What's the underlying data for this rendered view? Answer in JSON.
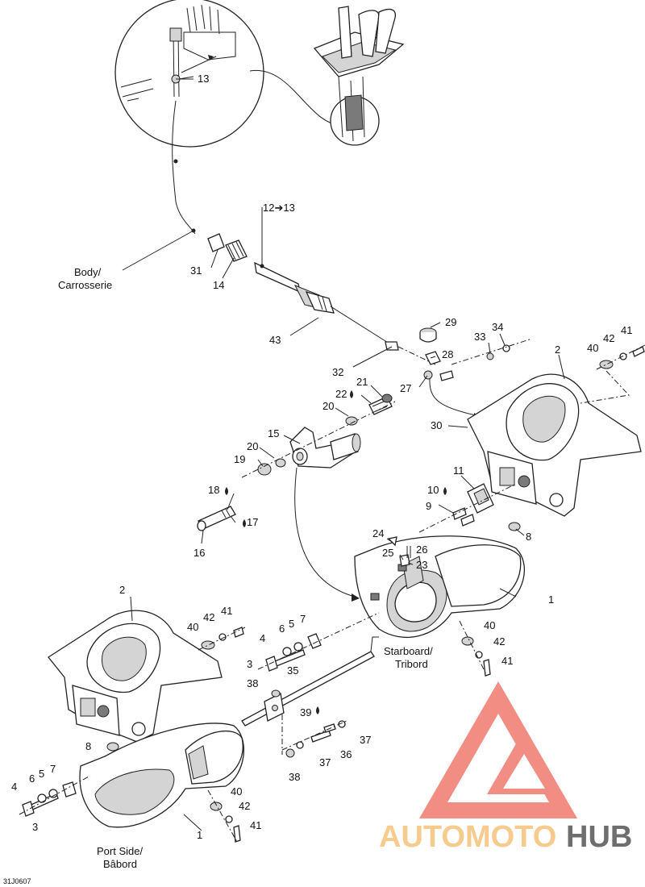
{
  "diagram": {
    "code": "31J0607",
    "callouts": {
      "c1a": "1",
      "c1b": "1",
      "c2a": "2",
      "c2b": "2",
      "c3a": "3",
      "c3b": "3",
      "c4a": "4",
      "c4b": "4",
      "c5a": "5",
      "c5b": "5",
      "c6a": "6",
      "c6b": "6",
      "c7a": "7",
      "c7b": "7",
      "c8a": "8",
      "c8b": "8",
      "c9": "9",
      "c10": "10",
      "c11": "11",
      "c12": "12➔13",
      "c13": "13",
      "c14": "14",
      "c15": "15",
      "c16": "16",
      "c17": "17",
      "c18": "18",
      "c19": "19",
      "c20a": "20",
      "c20b": "20",
      "c21": "21",
      "c22": "22",
      "c23": "23",
      "c24": "24",
      "c25": "25",
      "c26": "26",
      "c27": "27",
      "c28": "28",
      "c29": "29",
      "c30": "30",
      "c31": "31",
      "c32": "32",
      "c33": "33",
      "c34": "34",
      "c35": "35",
      "c36": "36",
      "c37a": "37",
      "c37b": "37",
      "c38a": "38",
      "c38b": "38",
      "c39": "39",
      "c40a": "40",
      "c40b": "40",
      "c40c": "40",
      "c41a": "41",
      "c41b": "41",
      "c41c": "41",
      "c42a": "42",
      "c42b": "42",
      "c42c": "42",
      "c43": "43"
    },
    "labels": {
      "body_1": "Body/",
      "body_2": "Carrosserie",
      "starboard_1": "Starboard/",
      "starboard_2": "Tribord",
      "port_1": "Port Side/",
      "port_2": "Bâbord"
    }
  },
  "watermark": {
    "part1": "AUTOMOTO",
    "part2": "HUB",
    "color_primary": "#f07a6e",
    "color_secondary": "#f5c37a",
    "color_dark": "#555555"
  }
}
